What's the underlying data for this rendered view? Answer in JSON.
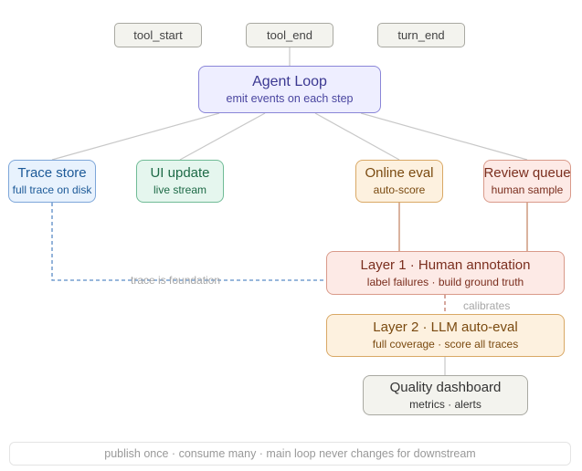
{
  "events": {
    "tool_start": "tool_start",
    "tool_end": "tool_end",
    "turn_end": "turn_end"
  },
  "agent_loop": {
    "title": "Agent Loop",
    "subtitle": "emit events on each step"
  },
  "consumers": {
    "trace_store": {
      "title": "Trace store",
      "subtitle": "full trace on disk"
    },
    "ui_update": {
      "title": "UI update",
      "subtitle": "live stream"
    },
    "online_eval": {
      "title": "Online eval",
      "subtitle": "auto-score"
    },
    "review_queue": {
      "title": "Review queue",
      "subtitle": "human sample"
    }
  },
  "layers": {
    "layer1": {
      "title": "Layer 1 · Human annotation",
      "subtitle": "label failures · build ground truth"
    },
    "layer2": {
      "title": "Layer 2 · LLM auto-eval",
      "subtitle": "full coverage · score all traces"
    }
  },
  "quality_dashboard": {
    "title": "Quality dashboard",
    "subtitle": "metrics · alerts"
  },
  "edge_labels": {
    "trace_is_foundation": "trace is foundation",
    "calibrates": "calibrates"
  },
  "footer": {
    "text": "publish once · consume many · main loop never changes for downstream"
  },
  "colors": {
    "agent_border": "#8a86d8",
    "trace_border": "#7da6d9",
    "ui_border": "#70bb96",
    "eval_border": "#d9a865",
    "review_border": "#d99a8a",
    "connector": "#c8c8c8",
    "feedback_connector": "#c0805f",
    "dashed_blue": "#5b8cc6",
    "dashed_red": "#c07a6a"
  }
}
